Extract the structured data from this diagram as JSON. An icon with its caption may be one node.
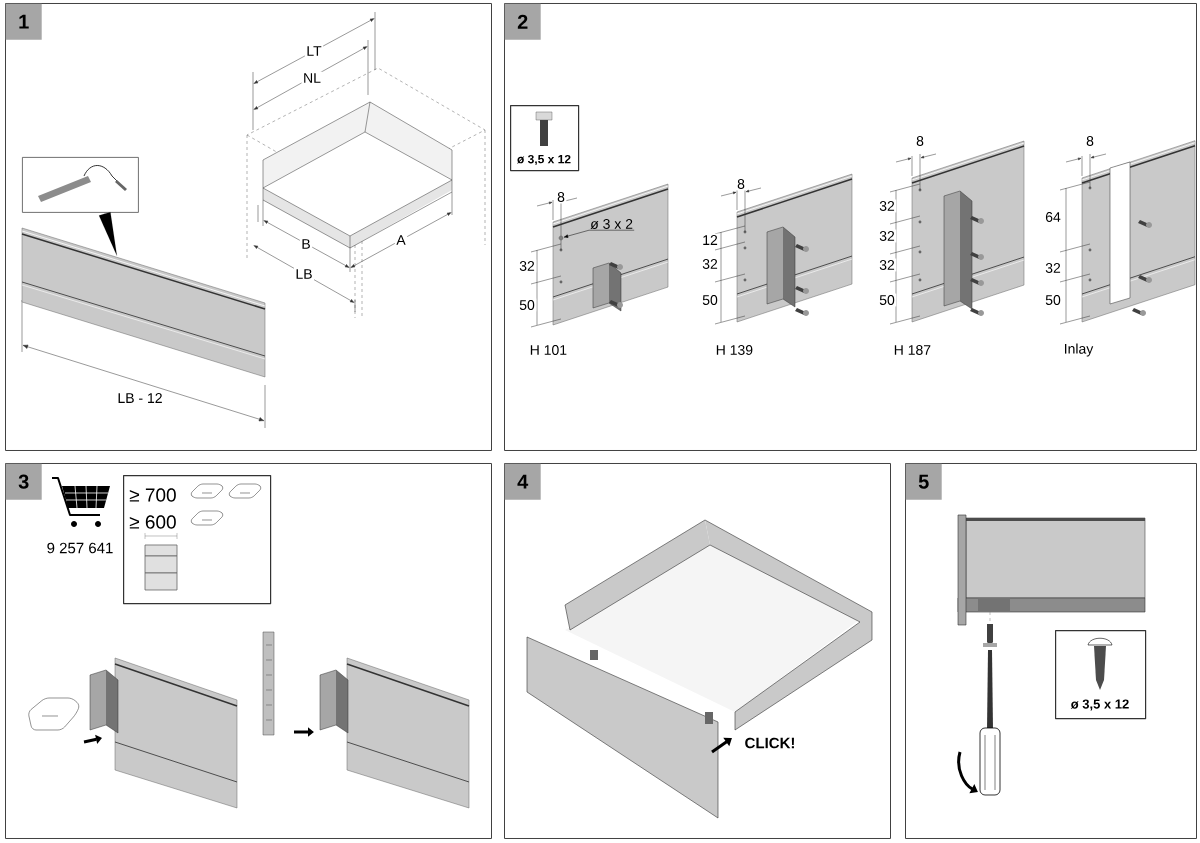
{
  "diagram": {
    "nodes": [
      {
        "text": [
          "1"
        ]
      },
      {
        "text": [],
        "shape": "picture",
        "in": 0
      },
      {
        "text": [],
        "shape": "picture",
        "in": 0
      },
      {
        "text": [
          "2"
        ]
      },
      {
        "text": [
          "ø 3,5 x 12"
        ],
        "in": 3
      },
      {
        "text": [
          "ø 3 x 2"
        ],
        "in": 3
      },
      {
        "text": [],
        "shape": "circle",
        "in": 3
      },
      {
        "text": [
          "3"
        ]
      },
      {
        "text": [
          "≥ 700",
          "≥ 600"
        ],
        "in": 7
      },
      {
        "text": [
          "4"
        ]
      },
      {
        "text": [
          "5"
        ]
      },
      {
        "text": [
          "ø 3,5 x 12"
        ],
        "in": 10
      }
    ],
    "edges": [
      {
        "from": 1,
        "to": 2,
        "arrow": "to"
      },
      {
        "from": 5,
        "to": 6,
        "arrow": "to"
      }
    ],
    "labels": [
      "LT",
      "NL",
      "B",
      "A",
      "LB",
      "LB - 12",
      "8",
      "32",
      "50",
      "H 101",
      "8",
      "12",
      "32",
      "50",
      "H 139",
      "8",
      "32",
      "32",
      "32",
      "50",
      "H 187",
      "8",
      "64",
      "32",
      "50",
      "Inlay",
      "9 257 641",
      "CLICK!"
    ]
  }
}
